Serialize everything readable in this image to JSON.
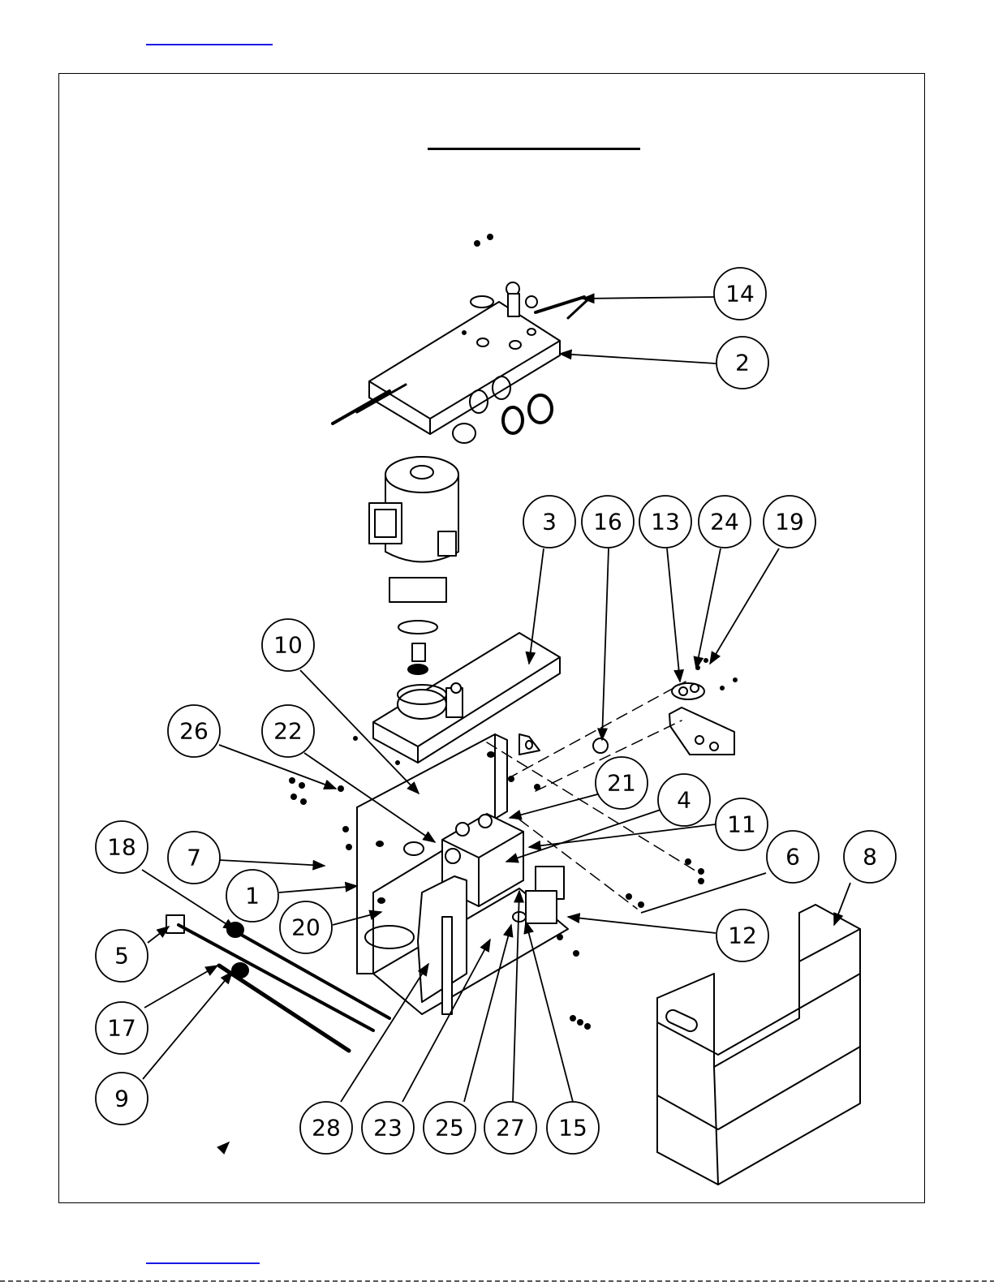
{
  "balloons": [
    {
      "label": "14"
    },
    {
      "label": "2"
    },
    {
      "label": "3"
    },
    {
      "label": "16"
    },
    {
      "label": "13"
    },
    {
      "label": "24"
    },
    {
      "label": "19"
    },
    {
      "label": "10"
    },
    {
      "label": "26"
    },
    {
      "label": "22"
    },
    {
      "label": "21"
    },
    {
      "label": "4"
    },
    {
      "label": "11"
    },
    {
      "label": "6"
    },
    {
      "label": "8"
    },
    {
      "label": "18"
    },
    {
      "label": "7"
    },
    {
      "label": "1"
    },
    {
      "label": "20"
    },
    {
      "label": "12"
    },
    {
      "label": "5"
    },
    {
      "label": "17"
    },
    {
      "label": "9"
    },
    {
      "label": "28"
    },
    {
      "label": "23"
    },
    {
      "label": "25"
    },
    {
      "label": "27"
    },
    {
      "label": "15"
    }
  ]
}
